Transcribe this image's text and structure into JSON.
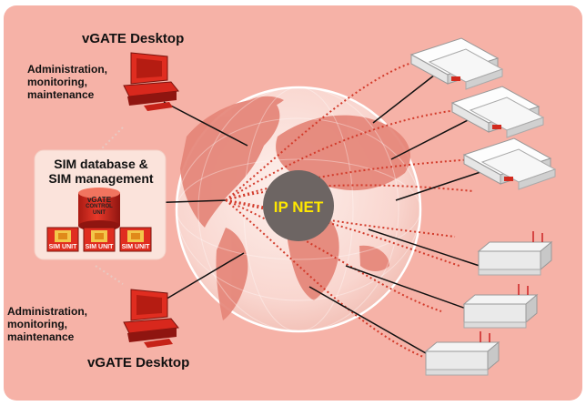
{
  "colors": {
    "background": "#f6b2a7",
    "globe_ocean": "#f9ddd6",
    "land": "#e58578",
    "connection_line": "#d23a2a",
    "ip_net_circle": "#6d6563",
    "ip_net_text": "#ffe800",
    "device_red": "#e02d20"
  },
  "desktop_top": {
    "title": "vGATE Desktop",
    "description_lines": [
      "Administration,",
      "monitoring,",
      "maintenance"
    ]
  },
  "desktop_bottom": {
    "title": "vGATE Desktop",
    "description_lines": [
      "Administration,",
      "monitoring,",
      "maintenance"
    ]
  },
  "sim_database": {
    "title_lines": [
      "SIM database &",
      "SIM management"
    ],
    "control_unit_lines": [
      "vGATE",
      "CONTROL",
      "UNIT"
    ],
    "sim_units": [
      "SIM UNIT",
      "SIM UNIT",
      "SIM UNIT"
    ]
  },
  "ip_net": {
    "label": "IP NET"
  },
  "gateway_devices": {
    "flat_units": 3,
    "rack_units": 3
  }
}
